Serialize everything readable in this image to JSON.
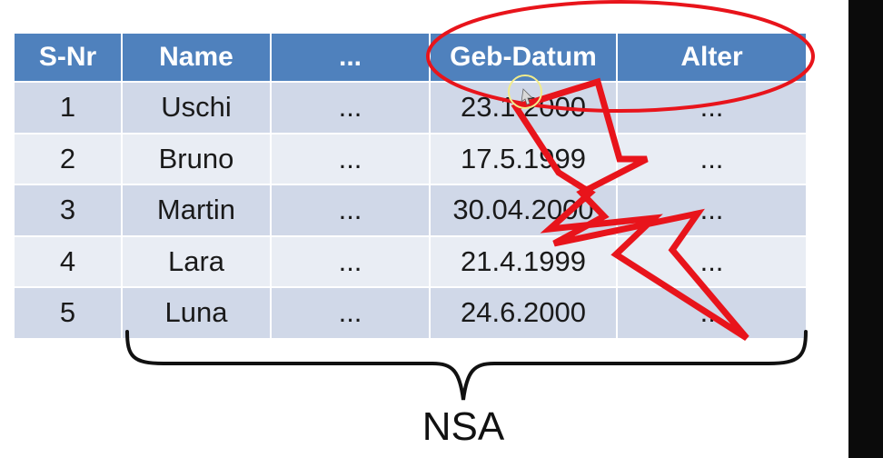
{
  "table": {
    "headers": [
      "S-Nr",
      "Name",
      "...",
      "Geb-Datum",
      "Alter"
    ],
    "rows": [
      [
        "1",
        "Uschi",
        "...",
        "23.1.2000",
        "..."
      ],
      [
        "2",
        "Bruno",
        "...",
        "17.5.1999",
        "..."
      ],
      [
        "3",
        "Martin",
        "...",
        "30.04.2000",
        "..."
      ],
      [
        "4",
        "Lara",
        "...",
        "21.4.1999",
        "..."
      ],
      [
        "5",
        "Luna",
        "...",
        "24.6.2000",
        "..."
      ]
    ]
  },
  "annotation": {
    "label": "NSA",
    "highlight_color": "#e8141b",
    "header_color": "#4f81bd"
  }
}
